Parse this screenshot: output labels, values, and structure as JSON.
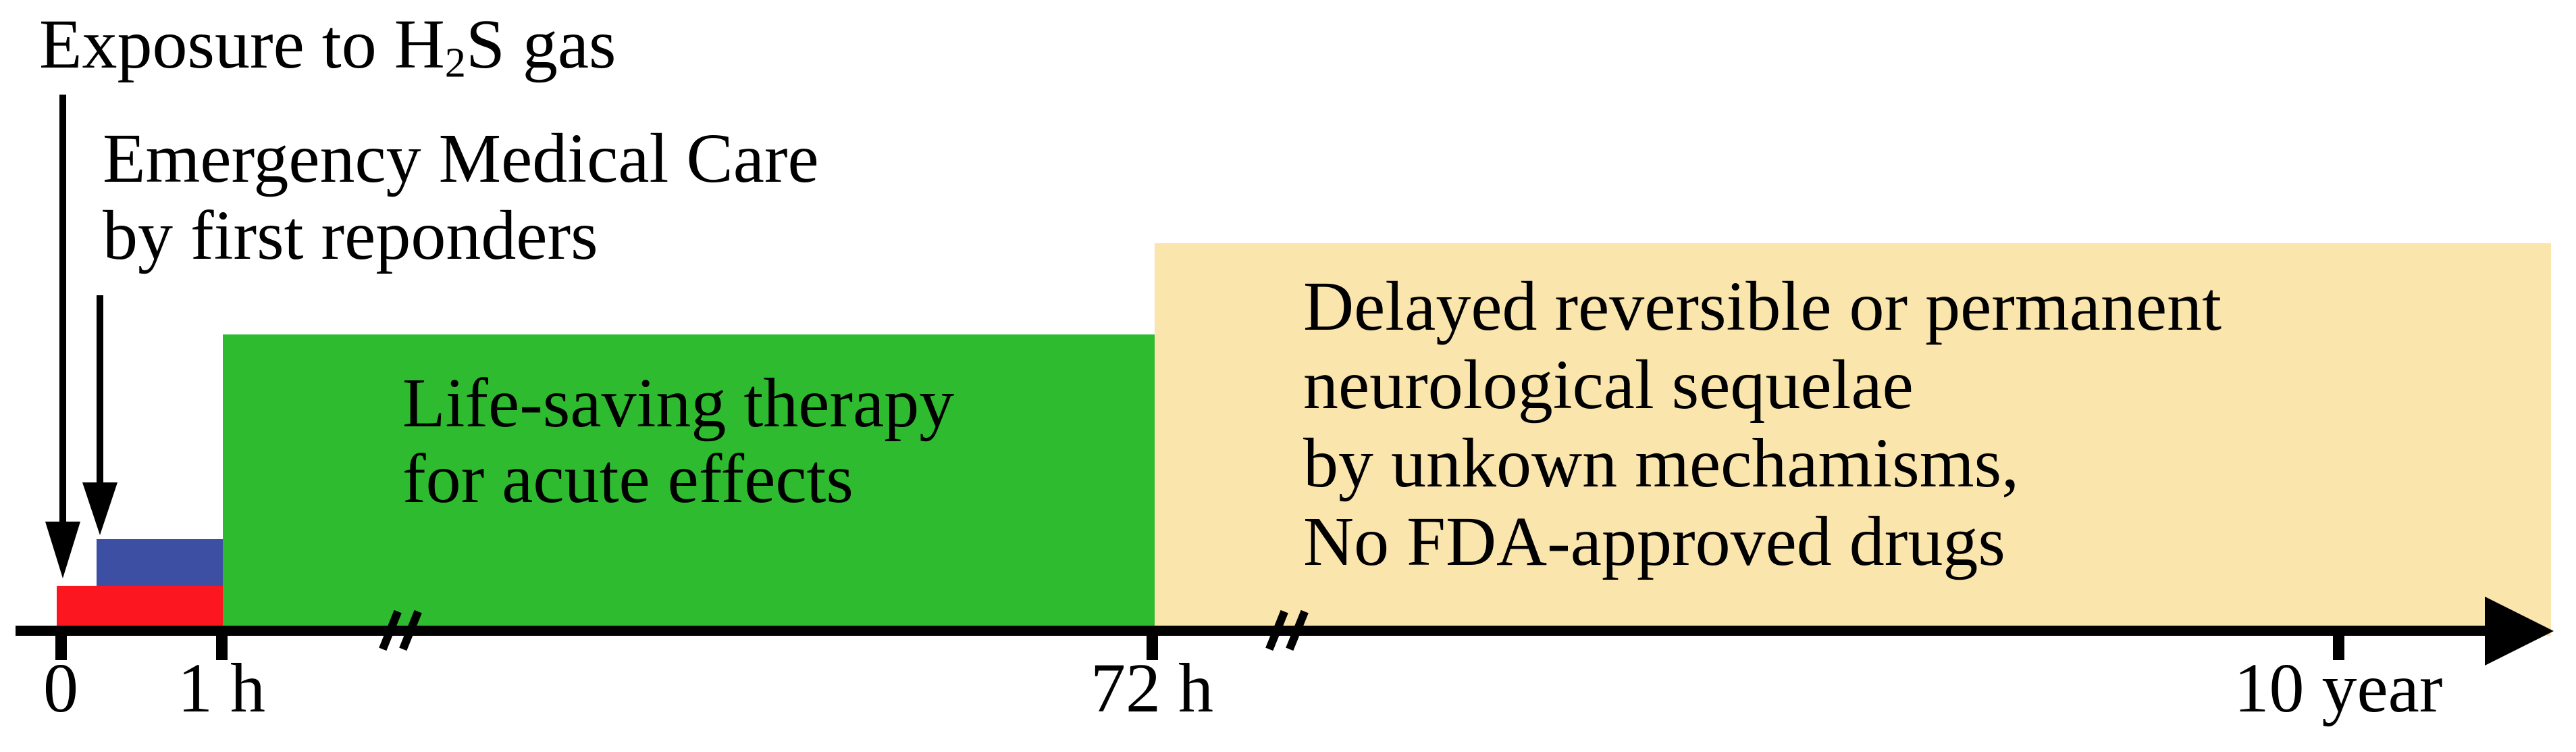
{
  "figure": {
    "annotations": {
      "exposure": {
        "text_before_sub": "Exposure to H",
        "subscript": "2",
        "text_after_sub": "S gas"
      },
      "emergency": {
        "lines": [
          "Emergency Medical Care",
          "by first reponders"
        ]
      }
    },
    "phases": {
      "acute": {
        "fill": "#2fbb2f",
        "lines": [
          "Life-saving therapy",
          "for acute effects"
        ]
      },
      "delayed": {
        "fill": "#fae5ad",
        "lines": [
          "Delayed reversible or permanent",
          "neurological sequelae",
          "by unkown mechamisms,",
          "No FDA-approved drugs"
        ]
      }
    },
    "bars": {
      "exposure_bar_fill": "#fc1620",
      "emergency_bar_fill": "#3d4fa3"
    },
    "timeline": {
      "axis_color": "#000000",
      "ticks": [
        {
          "label": "0"
        },
        {
          "label": "1 h"
        },
        {
          "label": "72 h"
        },
        {
          "label": "10 year"
        }
      ]
    }
  }
}
